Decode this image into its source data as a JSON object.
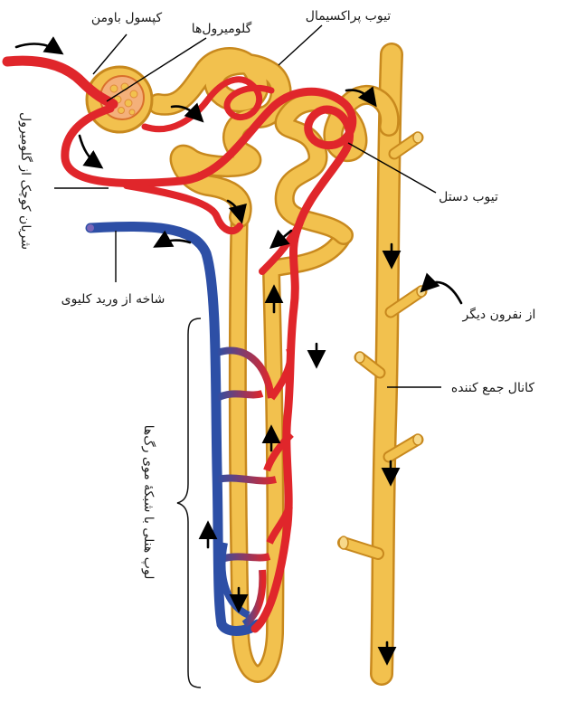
{
  "labels": {
    "bowman_capsule": "کپسول باومن",
    "glomerulus": "گلومیرول‌ها",
    "proximal_tubule": "تیوب پراکسیمال",
    "small_artery": "شریان کوچک از گلومیرول",
    "distal_tubule": "تیوب دستل",
    "renal_vein_branch": "شاخه از ورید کلیوی",
    "from_other_nephron": "از نفرون دیگر",
    "collecting_duct": "کانال جمع کننده",
    "loop_of_henle": "لوپ هنلی با شبکهٔ موی رگ‌ها"
  },
  "colors": {
    "tubule_fill": "#f2c14e",
    "tubule_edge": "#c8891e",
    "artery": "#e0262b",
    "vein": "#2d4fa6",
    "capsule_inner": "#f4b07a"
  }
}
